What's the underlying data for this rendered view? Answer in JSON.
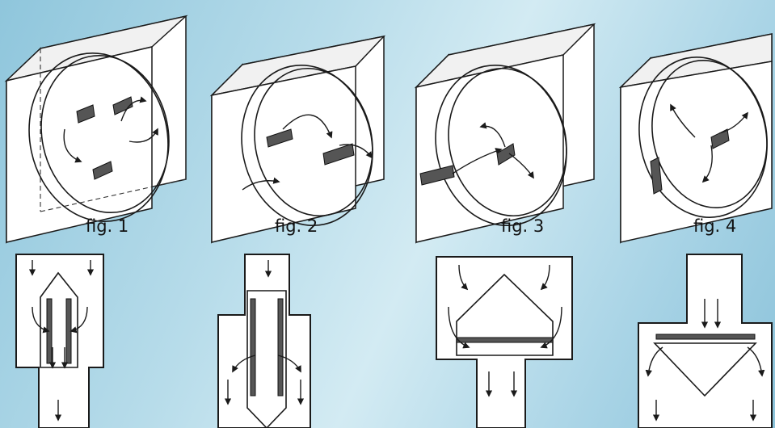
{
  "figures": [
    {
      "label": "fig. 1"
    },
    {
      "label": "fig. 2"
    },
    {
      "label": "fig. 3"
    },
    {
      "label": "fig. 4"
    }
  ],
  "colors": {
    "background": "#b7dcea",
    "ink": "#1a1a1a",
    "paper": "#ffffff"
  }
}
